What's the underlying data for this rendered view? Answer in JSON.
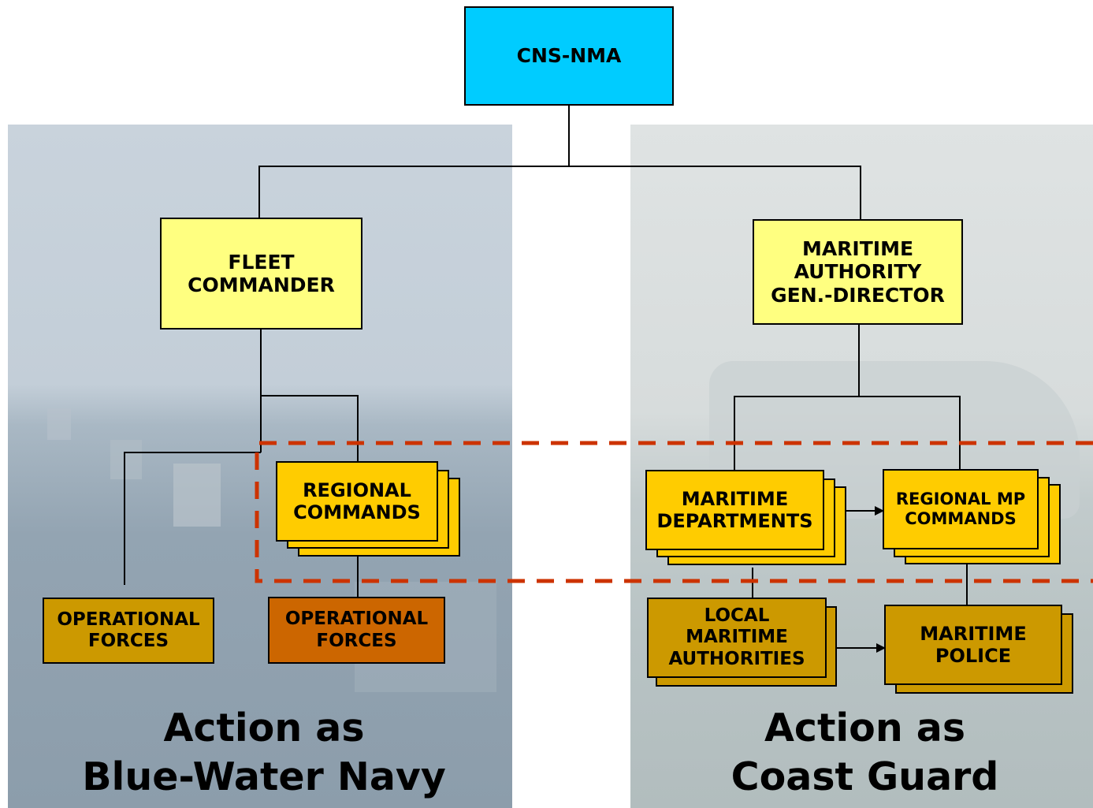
{
  "top_node": {
    "label": "CNS-NMA"
  },
  "left": {
    "commander": {
      "label": "FLEET\nCOMMANDER"
    },
    "regional": {
      "label": "REGIONAL\nCOMMANDS"
    },
    "forces_direct": {
      "label": "OPERATIONAL\nFORCES"
    },
    "forces_regional": {
      "label": "OPERATIONAL\nFORCES"
    },
    "caption": "Action as\nBlue-Water Navy"
  },
  "right": {
    "director": {
      "label": "MARITIME\nAUTHORITY\nGEN.-DIRECTOR"
    },
    "departments": {
      "label": "MARITIME\nDEPARTMENTS"
    },
    "regional_mp": {
      "label": "REGIONAL MP\nCOMMANDS"
    },
    "local_authorities": {
      "label": "LOCAL\nMARITIME\nAUTHORITIES"
    },
    "police": {
      "label": "MARITIME\nPOLICE"
    },
    "caption": "Action as\nCoast Guard"
  },
  "colors": {
    "top_node": "#00ccff",
    "commander": "#ffff80",
    "regional": "#ffcc00",
    "forces_ochre": "#cc9900",
    "forces_orange": "#cc6600",
    "dashed_frame": "#cc3300"
  }
}
